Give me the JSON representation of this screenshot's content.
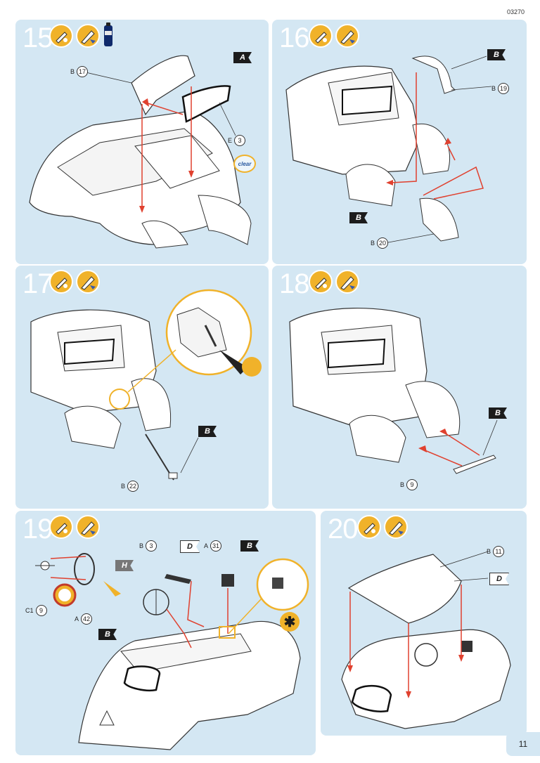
{
  "doc_code": "03270",
  "page_number": "11",
  "steps": [
    {
      "number": "15",
      "labels": [
        {
          "pre": "B",
          "num": "17"
        },
        {
          "pre": "E",
          "num": "3"
        }
      ],
      "flags": [
        "A"
      ],
      "badge": "clear"
    },
    {
      "number": "16",
      "labels": [
        {
          "pre": "B",
          "num": "19"
        },
        {
          "pre": "B",
          "num": "20"
        }
      ],
      "flags": [
        "B",
        "B"
      ]
    },
    {
      "number": "17",
      "labels": [
        {
          "pre": "B",
          "num": "22"
        }
      ],
      "flags": [
        "B"
      ]
    },
    {
      "number": "18",
      "labels": [
        {
          "pre": "B",
          "num": "9"
        }
      ],
      "flags": [
        "B"
      ]
    },
    {
      "number": "19",
      "labels": [
        {
          "pre": "B",
          "num": "3"
        },
        {
          "pre": "A",
          "num": "31"
        },
        {
          "pre": "C1",
          "num": "9"
        },
        {
          "pre": "A",
          "num": "42"
        }
      ],
      "flags": [
        "D",
        "B",
        "H",
        "B"
      ]
    },
    {
      "number": "20",
      "labels": [
        {
          "pre": "B",
          "num": "11"
        }
      ],
      "flags": [
        "D"
      ]
    }
  ],
  "colors": {
    "panel": "#d4e7f3",
    "accent": "#f0b22a",
    "arrow": "#e0412f",
    "ink": "#333333"
  },
  "icons": [
    "glue-icon",
    "paintbrush-icon",
    "paint-bottle-icon"
  ]
}
